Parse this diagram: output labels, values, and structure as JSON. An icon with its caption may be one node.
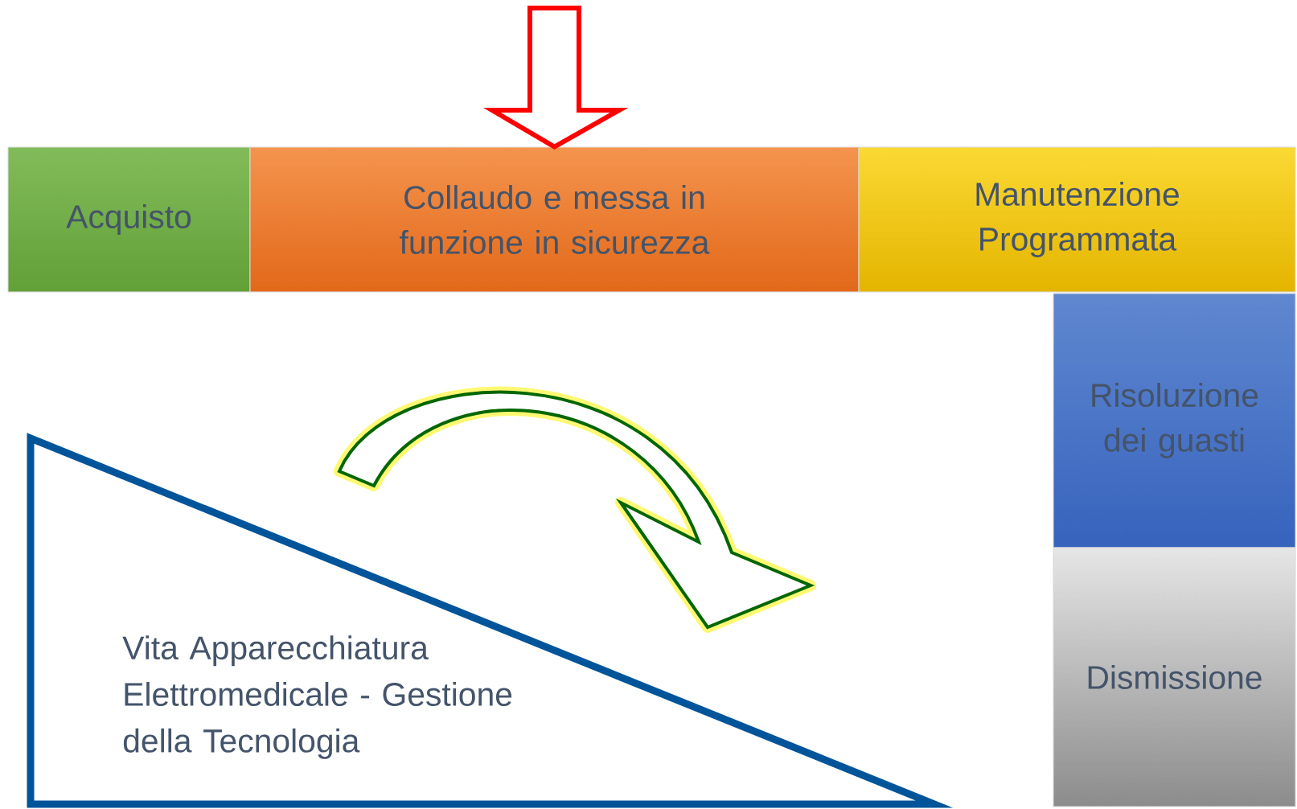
{
  "diagram": {
    "nodes": [
      {
        "text": [
          "Acquisto"
        ]
      },
      {
        "text": [
          "Collaudo e messa in funzione in sicurezza"
        ]
      },
      {
        "text": [
          "Manutenzione Programmata"
        ]
      },
      {
        "text": [
          "Risoluzione dei guasti"
        ]
      },
      {
        "text": [
          "Dismissione"
        ]
      },
      {
        "text": [
          "Vita Apparecchiatura Elettromedicale - Gestione della Tecnologia"
        ]
      }
    ],
    "edges": [
      {
        "from": null,
        "to": 1,
        "arrow": "to",
        "color": "#ff0000"
      }
    ]
  }
}
